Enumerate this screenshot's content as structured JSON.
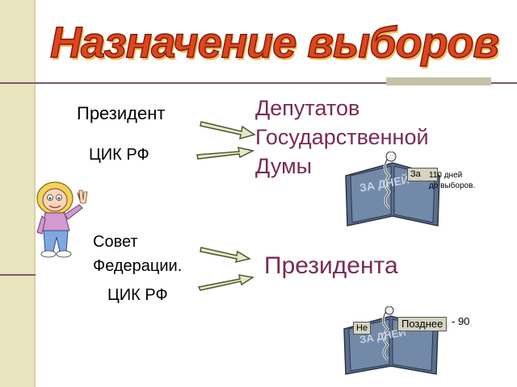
{
  "slide": {
    "title": "Назначение выборов",
    "colors": {
      "title": "#e0451e",
      "accent_text": "#7a2a55",
      "left_band": "#e8e5bf",
      "rule": "#7a5a6a"
    }
  },
  "duma_block": {
    "authority_1": "Президент",
    "authority_2": "ЦИК РФ",
    "target_lines": [
      "Депутатов",
      "Государственной",
      "Думы"
    ],
    "tag_label": "За",
    "note_lines": [
      "110 дней",
      "до выборов."
    ],
    "book_cover_text": "ЗА  ДНЕЙ"
  },
  "president_block": {
    "authority_1_lines": [
      "Совет",
      "Федерации."
    ],
    "authority_2": "ЦИК РФ",
    "target": "Президента",
    "tag_ne": "Не",
    "tag_pozdnee": "Позднее",
    "note": "- 90",
    "book_cover_text": "ЗА  ДНЕЙ"
  },
  "icons": {
    "arrows": "arrow-right-icon",
    "kid": "cartoon-boy-icon",
    "book": "calendar-book-icon"
  }
}
